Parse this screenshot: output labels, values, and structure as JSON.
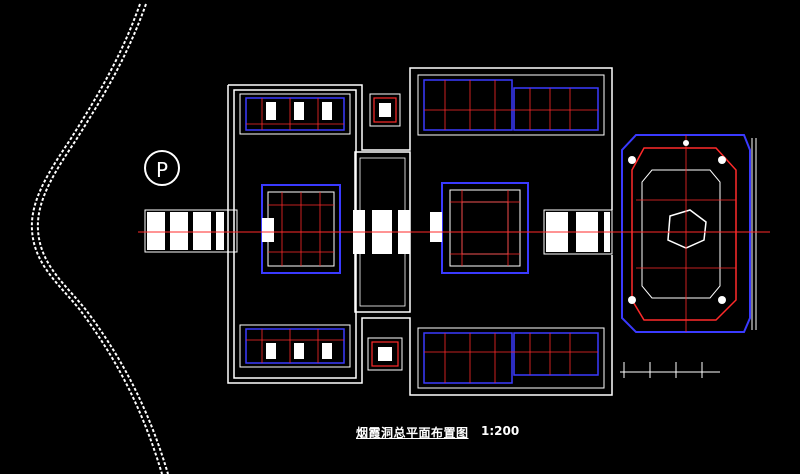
{
  "drawing": {
    "title": "烟霞洞总平面布置图",
    "scale": "1:200",
    "parking_marker": "P"
  },
  "colors": {
    "background": "#000000",
    "wall": "#ffffff",
    "outline": "#3a3aff",
    "axis": "#ff2a2a",
    "accent": "#ffffff"
  }
}
